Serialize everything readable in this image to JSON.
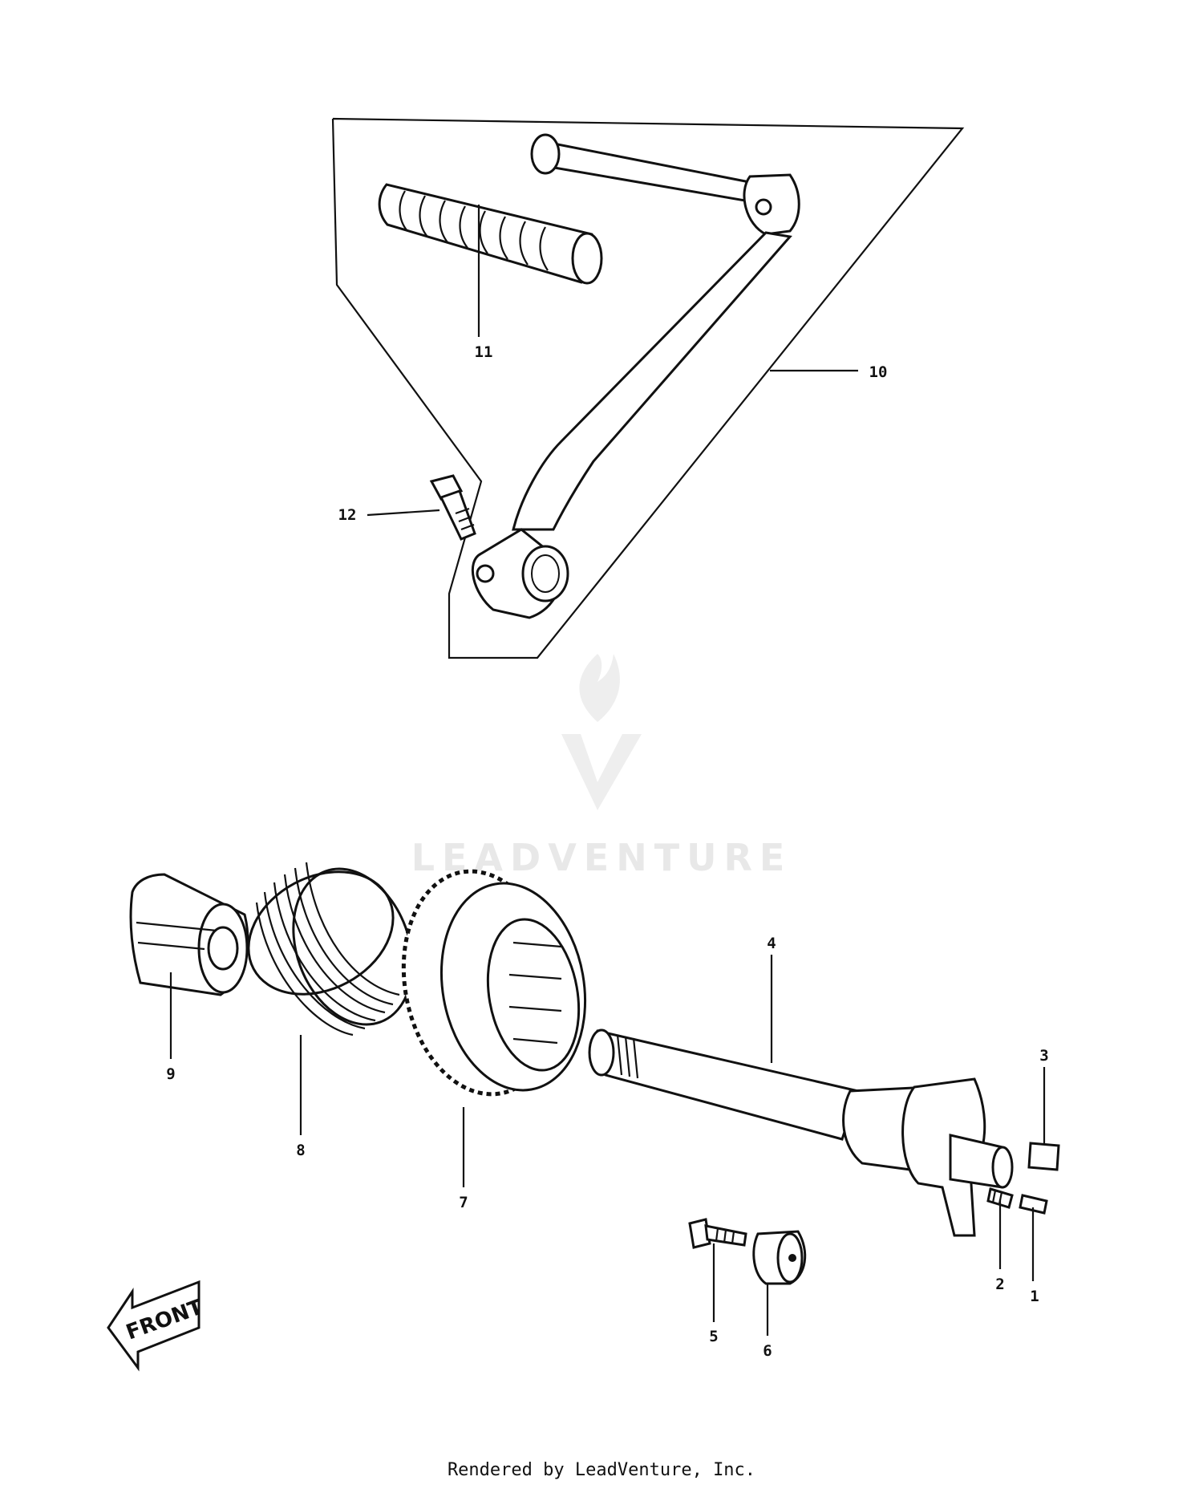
{
  "watermark": {
    "brand": "LEADVENTURE"
  },
  "callouts": [
    {
      "id": "1",
      "label": "1"
    },
    {
      "id": "2",
      "label": "2"
    },
    {
      "id": "3",
      "label": "3"
    },
    {
      "id": "4",
      "label": "4"
    },
    {
      "id": "5",
      "label": "5"
    },
    {
      "id": "6",
      "label": "6"
    },
    {
      "id": "7",
      "label": "7"
    },
    {
      "id": "8",
      "label": "8"
    },
    {
      "id": "9",
      "label": "9"
    },
    {
      "id": "10",
      "label": "10"
    },
    {
      "id": "11",
      "label": "11"
    },
    {
      "id": "12",
      "label": "12"
    }
  ],
  "front_indicator": "FRONT",
  "footer": "Rendered by LeadVenture, Inc."
}
